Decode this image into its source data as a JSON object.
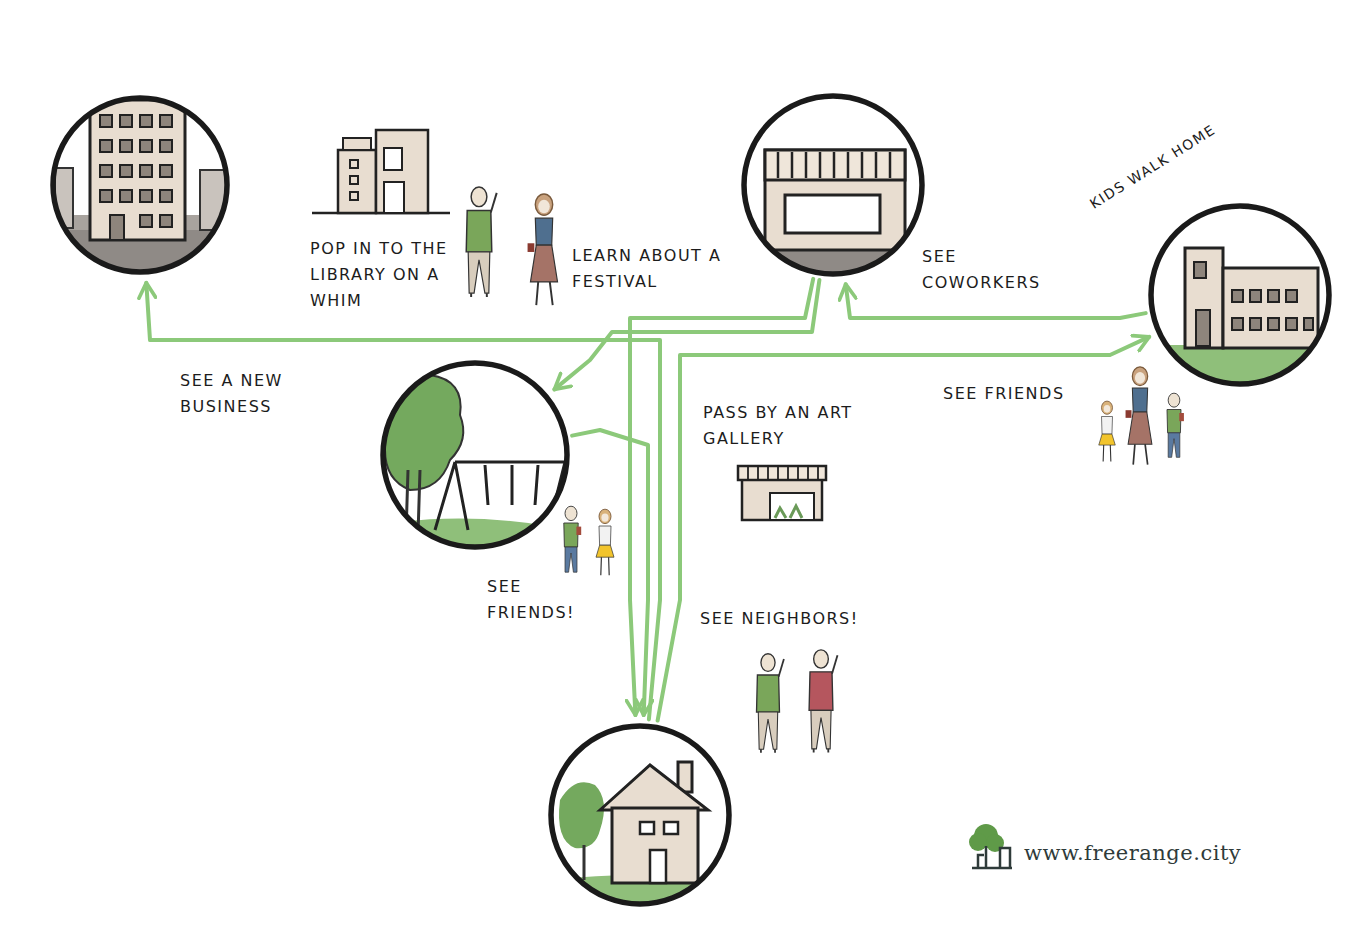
{
  "diagram": {
    "nodes": [
      {
        "text": [
          "SEE A NEW BUSINESS"
        ]
      },
      {
        "text": [
          "SEE COWORKERS"
        ]
      },
      {
        "text": [
          "KIDS WALK HOME"
        ]
      },
      {
        "text": [
          "SEE FRIENDS!"
        ]
      },
      {
        "text": [
          "SEE NEIGHBORS!"
        ]
      }
    ],
    "edges": [
      {
        "from": 4,
        "to": 0,
        "arrow": "to"
      },
      {
        "from": 1,
        "to": 4,
        "arrow": "to"
      },
      {
        "from": 4,
        "to": 2,
        "arrow": "to"
      },
      {
        "from": 2,
        "to": 1,
        "arrow": "to"
      },
      {
        "from": 1,
        "to": 3,
        "arrow": "to"
      },
      {
        "from": 3,
        "to": 4,
        "arrow": "to"
      }
    ],
    "labels": [
      "POP IN TO THE LIBRARY ON A WHIM",
      "LEARN ABOUT A FESTIVAL",
      "SEE FRIENDS",
      "PASS BY AN ART GALLERY",
      "www.freerange.city"
    ]
  }
}
